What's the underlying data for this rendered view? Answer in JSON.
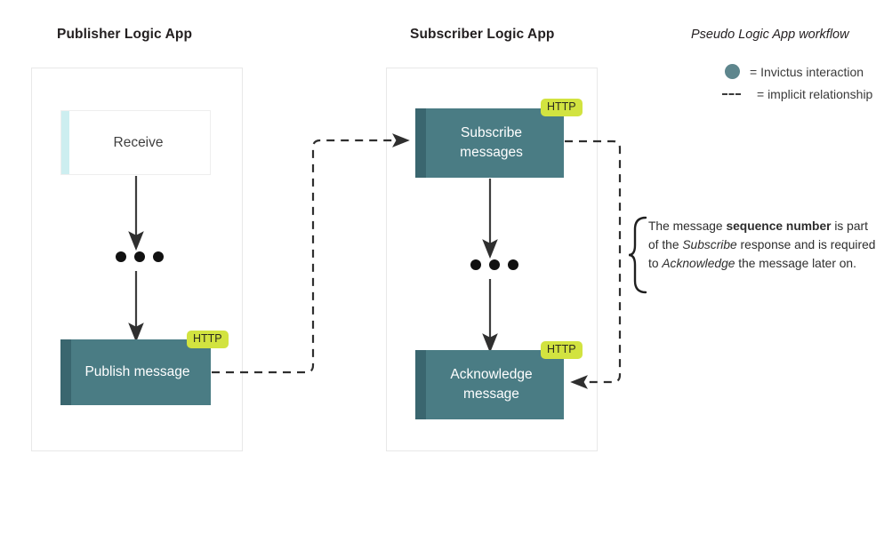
{
  "diagram": {
    "columns": [
      {
        "id": "publisher",
        "title": "Publisher Logic App"
      },
      {
        "id": "subscriber",
        "title": "Subscriber Logic App"
      }
    ],
    "nodes": {
      "receive": {
        "label": "Receive",
        "type": "trigger",
        "badge": null
      },
      "publish": {
        "label": "Publish message",
        "type": "action",
        "badge": "HTTP"
      },
      "subscribe": {
        "label": "Subscribe\nmessages",
        "line1": "Subscribe",
        "line2": "messages",
        "type": "action",
        "badge": "HTTP"
      },
      "acknowledge": {
        "label": "Acknowledge\nmessage",
        "line1": "Acknowledge",
        "line2": "message",
        "type": "action",
        "badge": "HTTP"
      }
    },
    "ellipsis": {
      "label": "•••",
      "count": 3
    }
  },
  "legend": {
    "title": "Pseudo Logic App workflow",
    "items": [
      {
        "swatch": "teal-circle",
        "text": "= Invictus interaction"
      },
      {
        "swatch": "dashed-line",
        "text": "= implicit relationship"
      }
    ]
  },
  "note": {
    "part1": "The message ",
    "bold1": "sequence number",
    "part2": " is part of the ",
    "italic1": "Subscribe",
    "part3": " response and is required to ",
    "italic2": "Acknowledge",
    "part4": " the message later on."
  },
  "colors": {
    "teal_fill": "#4a7c84",
    "teal_edge": "#3a666f",
    "badge_green": "#d2e340",
    "trigger_accent": "#cdeef0",
    "lane_border": "#e8e8e8",
    "arrow_dark": "#333333",
    "legend_dot": "#5e868d",
    "background": "#ffffff"
  }
}
